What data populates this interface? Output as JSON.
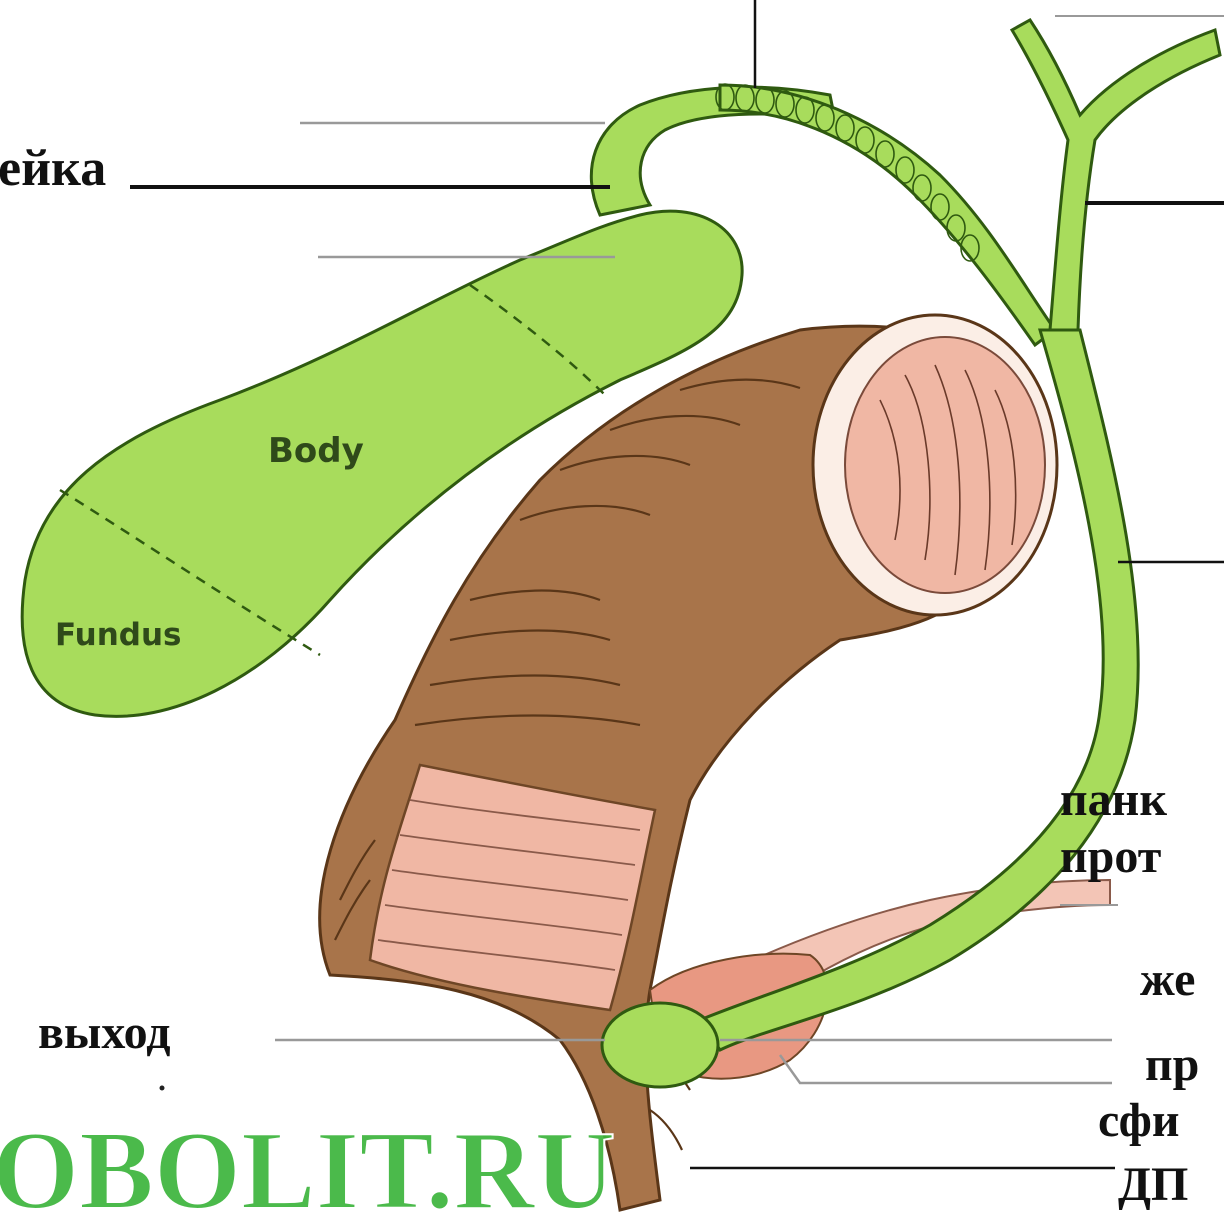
{
  "labels": {
    "neck": "ейка",
    "body": "Body",
    "fundus": "Fundus",
    "outlet": "выход",
    "pancreatic_1": "панк",
    "pancreatic_2": "прот",
    "right_1": "же",
    "right_2": "пр",
    "right_3": "сфи",
    "right_4": "ДП"
  },
  "watermark": {
    "text": "OBOLIT.RU",
    "color": "#3cb43c"
  },
  "colors": {
    "gallbladder": "#a8dc5c",
    "gallbladder_outline": "#2f5a10",
    "duodenum": "#a8744a",
    "duodenum_dark": "#6e4626",
    "mucosa": "#f0b7a4",
    "leader_line": "#111111",
    "blank_line": "#999999"
  }
}
